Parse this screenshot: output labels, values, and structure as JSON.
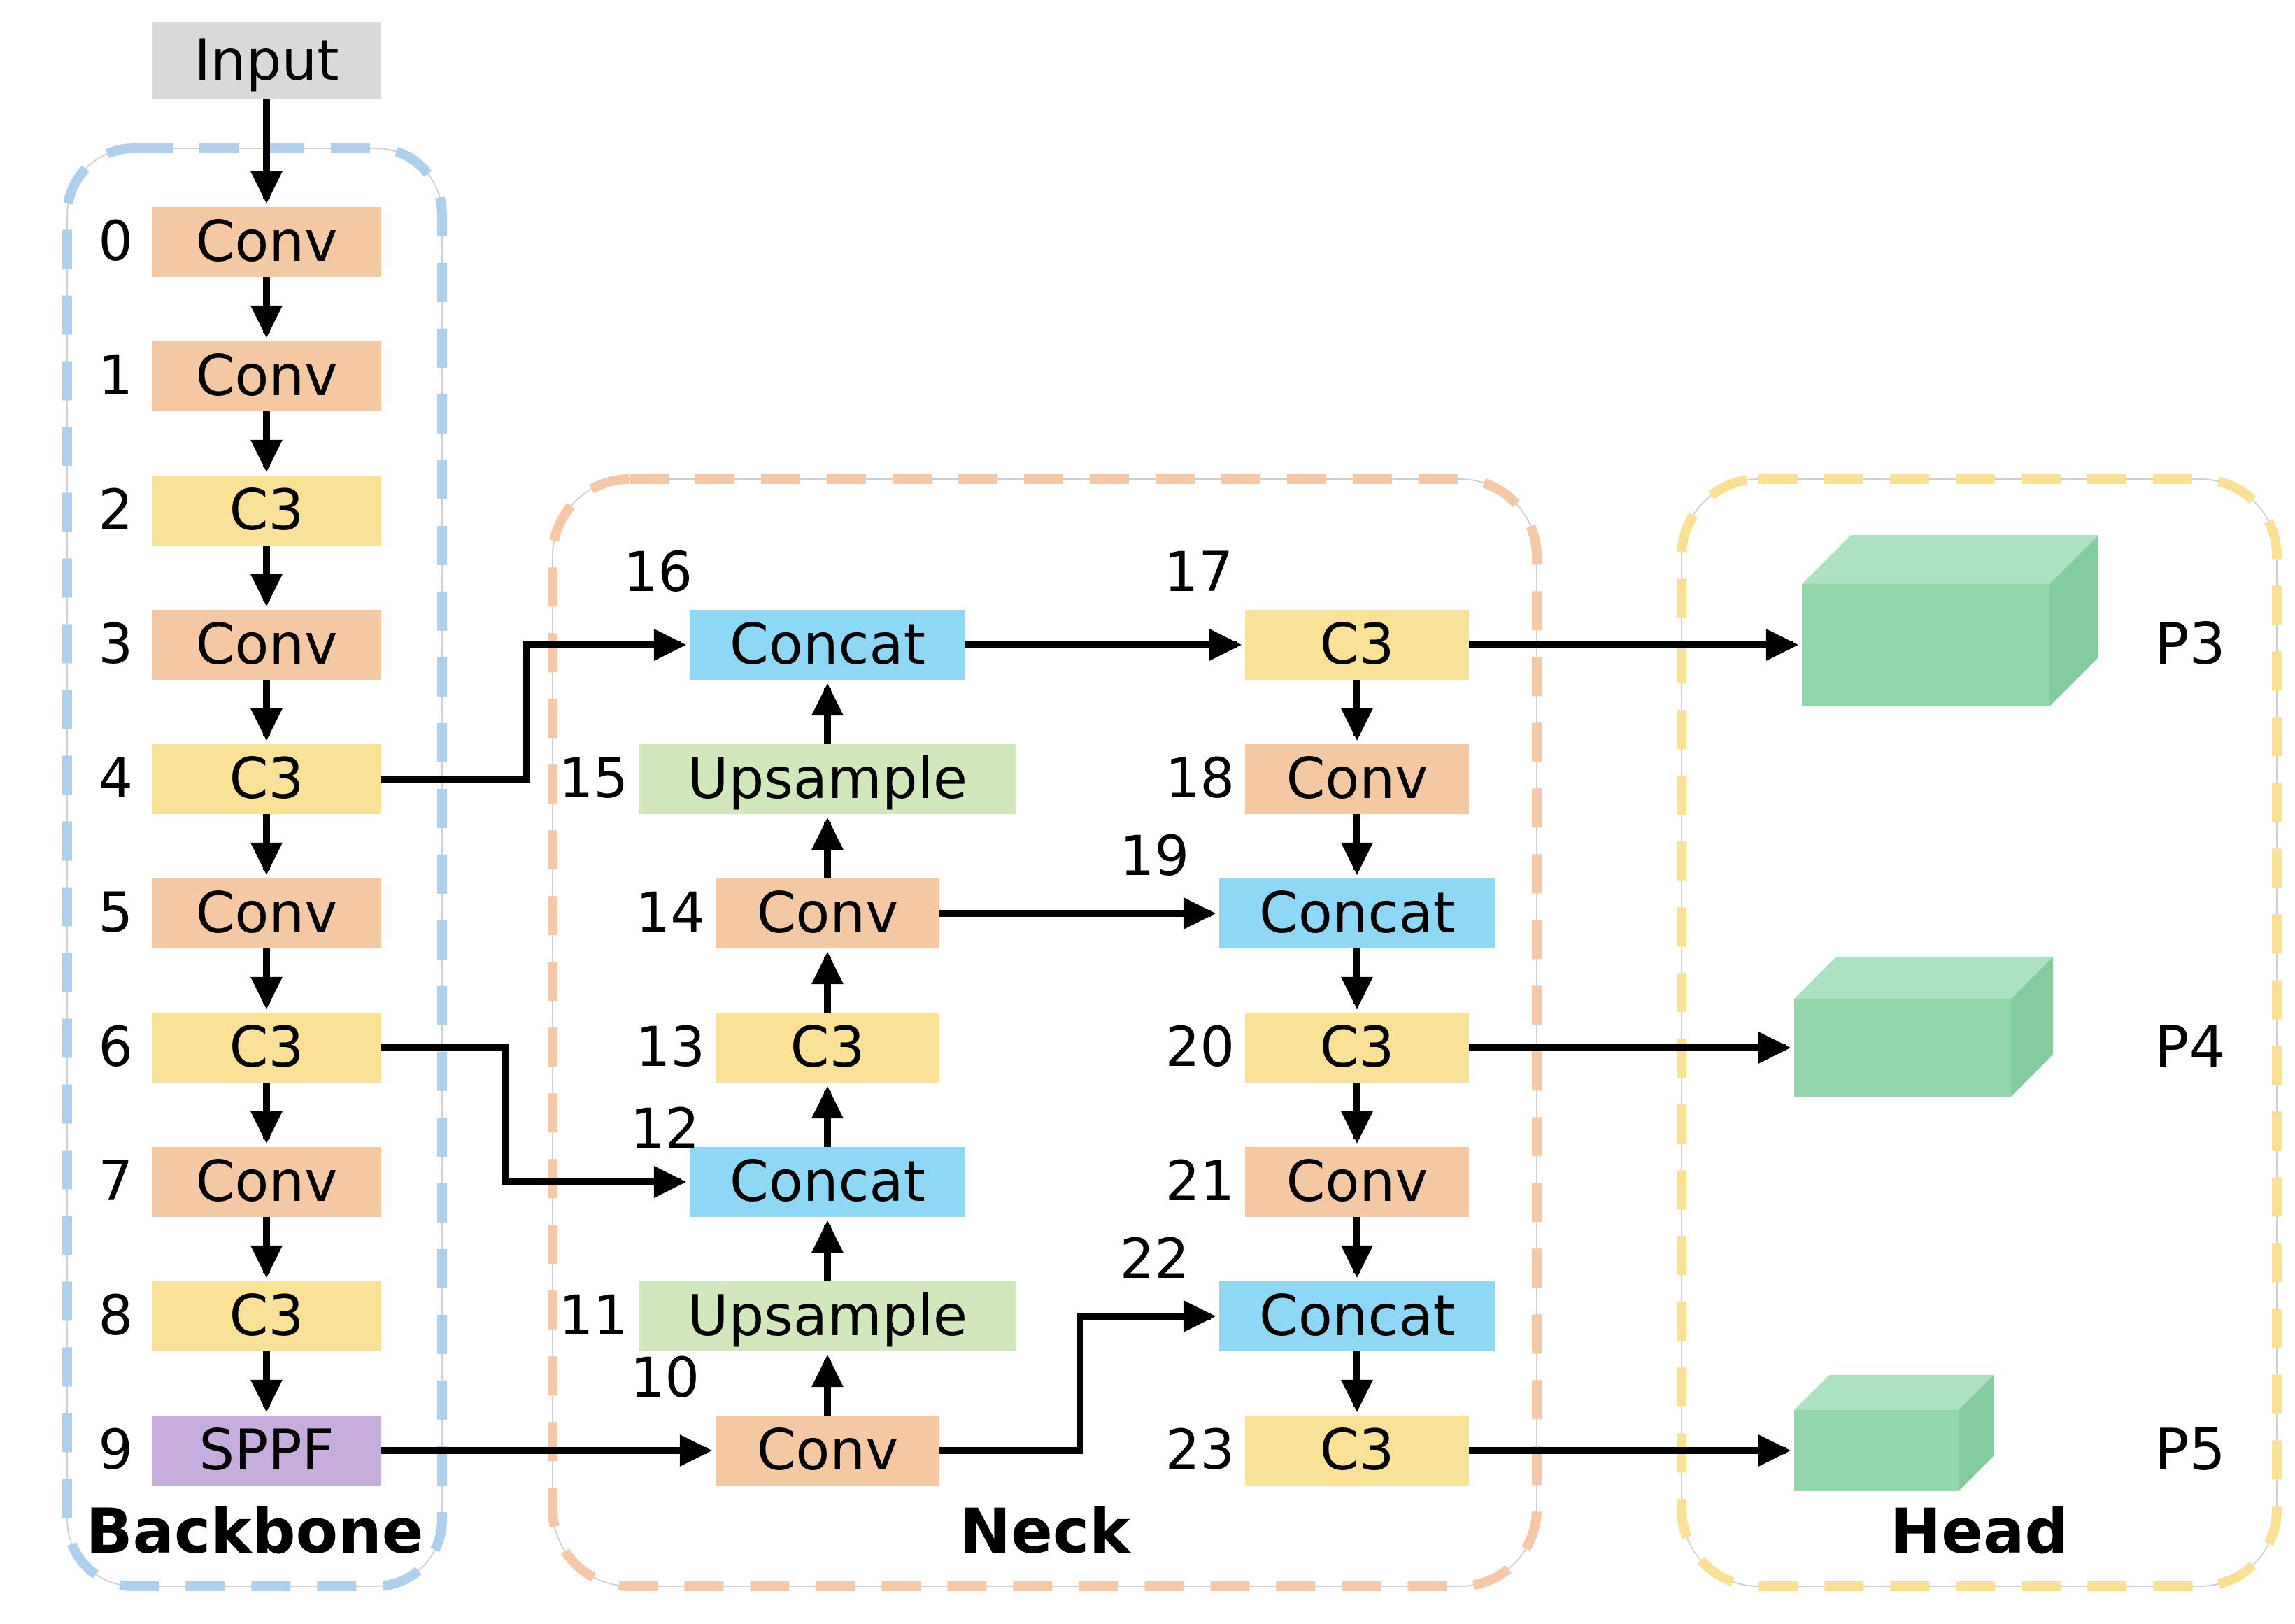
{
  "input": {
    "label": "Input"
  },
  "backbone": {
    "title": "Backbone",
    "nodes": [
      {
        "id": "0",
        "label": "Conv"
      },
      {
        "id": "1",
        "label": "Conv"
      },
      {
        "id": "2",
        "label": "C3"
      },
      {
        "id": "3",
        "label": "Conv"
      },
      {
        "id": "4",
        "label": "C3"
      },
      {
        "id": "5",
        "label": "Conv"
      },
      {
        "id": "6",
        "label": "C3"
      },
      {
        "id": "7",
        "label": "Conv"
      },
      {
        "id": "8",
        "label": "C3"
      },
      {
        "id": "9",
        "label": "SPPF"
      }
    ]
  },
  "neck": {
    "title": "Neck",
    "nodes": [
      {
        "id": "10",
        "label": "Conv"
      },
      {
        "id": "11",
        "label": "Upsample"
      },
      {
        "id": "12",
        "label": "Concat"
      },
      {
        "id": "13",
        "label": "C3"
      },
      {
        "id": "14",
        "label": "Conv"
      },
      {
        "id": "15",
        "label": "Upsample"
      },
      {
        "id": "16",
        "label": "Concat"
      },
      {
        "id": "17",
        "label": "C3"
      },
      {
        "id": "18",
        "label": "Conv"
      },
      {
        "id": "19",
        "label": "Concat"
      },
      {
        "id": "20",
        "label": "C3"
      },
      {
        "id": "21",
        "label": "Conv"
      },
      {
        "id": "22",
        "label": "Concat"
      },
      {
        "id": "23",
        "label": "C3"
      }
    ]
  },
  "head": {
    "title": "Head",
    "outputs": [
      {
        "label": "P3"
      },
      {
        "label": "P4"
      },
      {
        "label": "P5"
      }
    ]
  },
  "edges": [
    "Input->0",
    "0->1",
    "1->2",
    "2->3",
    "3->4",
    "4->5",
    "5->6",
    "6->7",
    "7->8",
    "8->9",
    "9->10",
    "10->11",
    "11->12",
    "12->13",
    "13->14",
    "14->15",
    "15->16",
    "16->17",
    "17->18",
    "18->19",
    "19->20",
    "20->21",
    "21->22",
    "22->23",
    "4->16",
    "6->12",
    "14->19",
    "10->22",
    "17->P3",
    "20->P4",
    "23->P5"
  ],
  "colors": {
    "conv": "#F5C8A4",
    "c3": "#FAE198",
    "concat": "#8ED7F5",
    "upsample": "#D2E7BC",
    "sppf": "#C6ADDE",
    "input": "#D9D9D9",
    "backbone_border": "#AFD0ED",
    "neck_border": "#F5C9A8",
    "head_border": "#FAE094",
    "cuboid_front": "#93D6AB",
    "cuboid_top": "#ACE2C2",
    "cuboid_side": "#85CBA0",
    "arrow": "#000000"
  }
}
